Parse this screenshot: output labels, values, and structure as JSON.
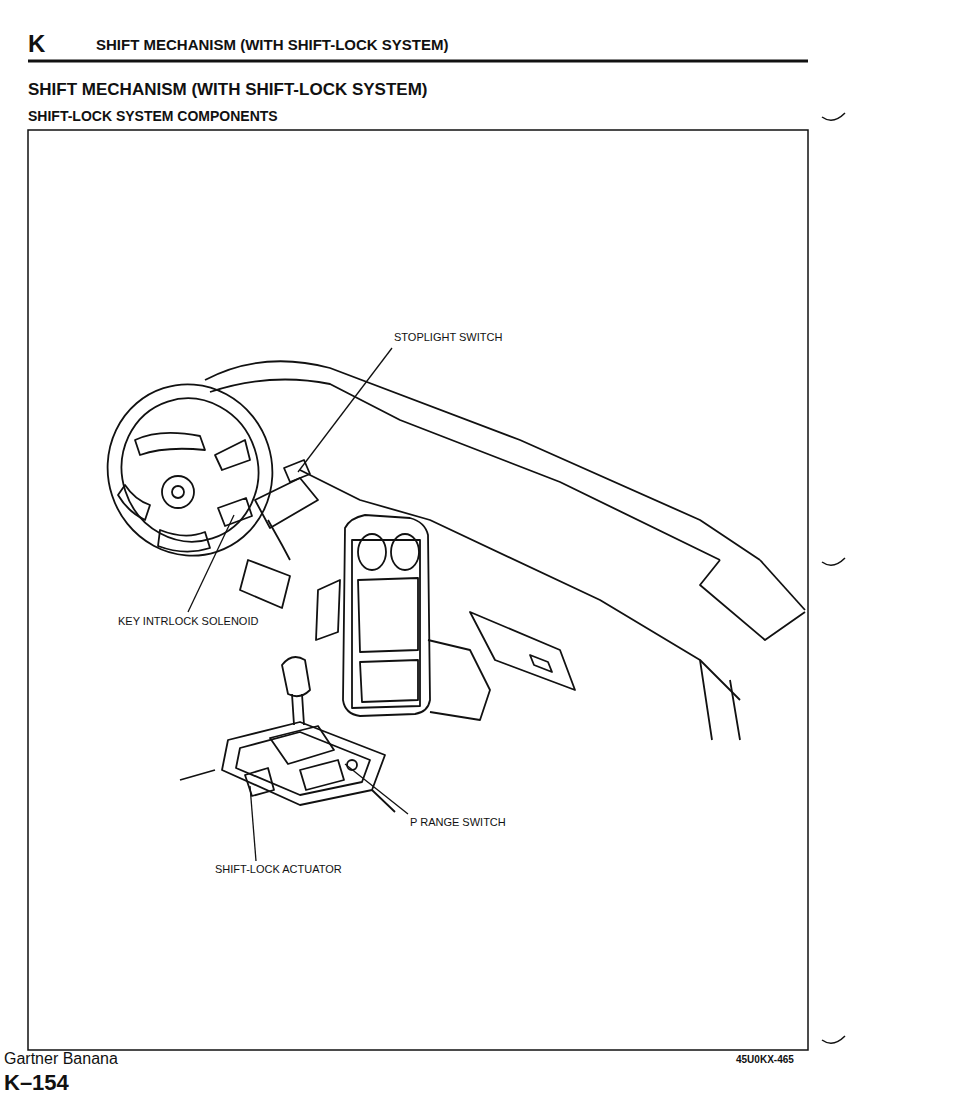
{
  "diagram": {
    "title": "SHIFT MECHANISM (WITH SHIFT-LOCK SYSTEM)",
    "labels": [
      "K",
      "SHIFT MECHANISM (WITH SHIFT-LOCK SYSTEM)",
      "SHIFT-LOCK SYSTEM COMPONENTS",
      "STOPLIGHT SWITCH",
      "KEY INTRLOCK SOLENOID",
      "P RANGE SWITCH",
      "SHIFT-LOCK ACTUATOR",
      "45U0KX-465",
      "Gartner Banana",
      "K–154"
    ]
  }
}
